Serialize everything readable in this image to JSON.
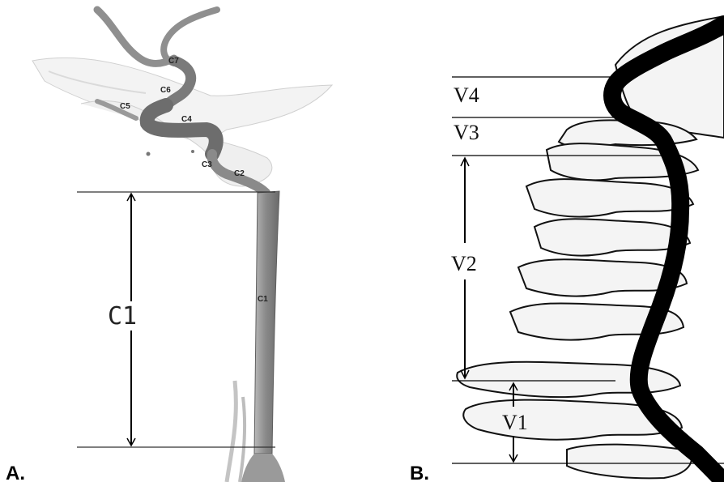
{
  "panel_a": {
    "panel_label": "A.",
    "segment_label": "C1",
    "vessel_labels": [
      "C1",
      "C2",
      "C3",
      "C4",
      "C5",
      "C6",
      "C7"
    ]
  },
  "panel_b": {
    "panel_label": "B.",
    "segment_labels": [
      "V4",
      "V3",
      "V2",
      "V1"
    ]
  },
  "colors": {
    "vessel_a": "#8f8f8f",
    "vessel_b": "#000000",
    "bone_fill": "#f2f2f2",
    "line": "#000000"
  }
}
